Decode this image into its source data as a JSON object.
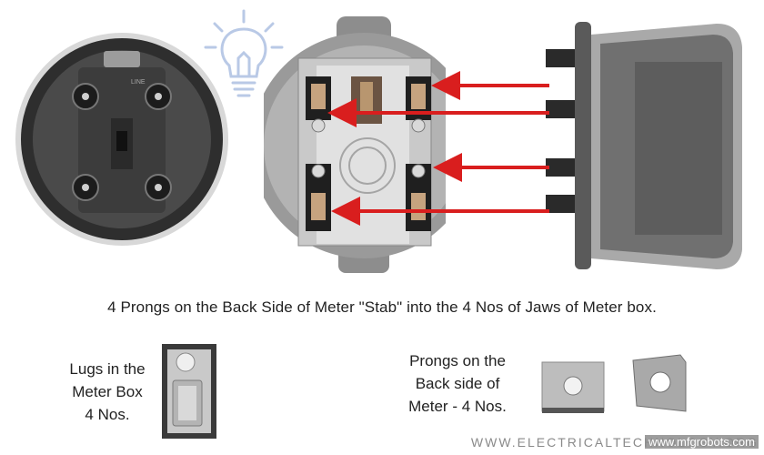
{
  "captions": {
    "main": "4 Prongs on the Back Side of Meter \"Stab\" into the 4 Nos of Jaws of Meter box.",
    "lugs": [
      "Lugs in the",
      "Meter Box",
      "4 Nos."
    ],
    "prongs": [
      "Prongs on the",
      "Back side of",
      "Meter - 4 Nos."
    ]
  },
  "watermark": {
    "site": "WWW.ELECTRICALTECHNOLOGY.ORG",
    "overlay": "www.mfgrobots.com"
  },
  "meter_back": {
    "label": "LINE"
  },
  "colors": {
    "arrow": "#d91e1e",
    "meter_body": "#3a3a3a",
    "box_gray": "#9a9a9a",
    "bulb_outline": "#b9c9e6"
  },
  "icons": [
    "light-bulb-icon"
  ]
}
